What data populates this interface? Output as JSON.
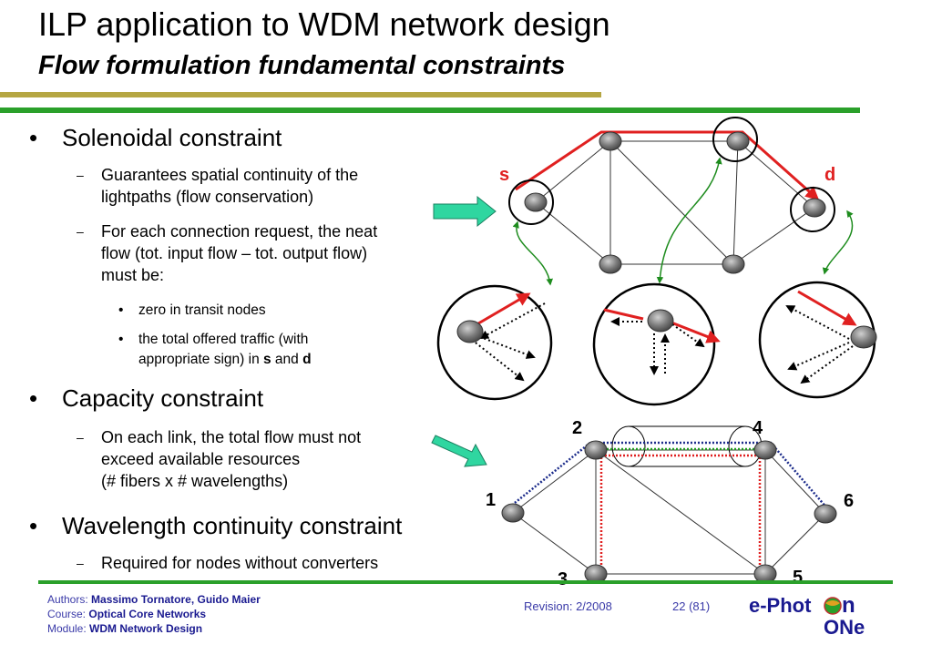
{
  "header": {
    "title": "ILP application to WDM network design",
    "subtitle": "Flow formulation fundamental constraints"
  },
  "bullets": {
    "solenoidal": {
      "label": "Solenoidal constraint",
      "sub1_line1": "Guarantees spatial continuity of the",
      "sub1_line2": "lightpaths (flow conservation)",
      "sub2_line1": "For each connection request, the neat",
      "sub2_line2": "flow (tot. input flow – tot. output flow)",
      "sub2_line3": "must be:",
      "item1": "zero in transit nodes",
      "item2_line1": "the total offered traffic (with",
      "item2_line2_pre": "appropriate sign) in ",
      "item2_s": "s",
      "item2_and": " and ",
      "item2_d": "d"
    },
    "capacity": {
      "label": "Capacity constraint",
      "sub1_line1": "On each link, the total flow must not",
      "sub1_line2": "exceed available resources",
      "sub1_line3": "(# fibers x # wavelengths)"
    },
    "wavelength": {
      "label": "Wavelength continuity constraint",
      "sub1": "Required for nodes without converters"
    }
  },
  "diagram_top": {
    "source_label": "s",
    "dest_label": "d"
  },
  "diagram_bottom": {
    "node_labels": [
      "1",
      "2",
      "3",
      "4",
      "5",
      "6"
    ]
  },
  "footer": {
    "authors_label": "Authors: ",
    "authors": "Massimo Tornatore, Guido Maier",
    "course_label": "Course: ",
    "course": "Optical Core Networks",
    "module_label": "Module: ",
    "module": "WDM Network Design",
    "revision": "Revision: 2/2008",
    "page": "22 (81)",
    "logo_part1": "e-Phot",
    "logo_part2": "n",
    "logo_part3": "ONe"
  },
  "colors": {
    "olive": "#b5a642",
    "green": "#2aa02a",
    "red": "#e02020",
    "arrow_green": "#2fd6a0",
    "connector": "#1e8c1e",
    "blue_dotted": "#1a2a8a"
  }
}
